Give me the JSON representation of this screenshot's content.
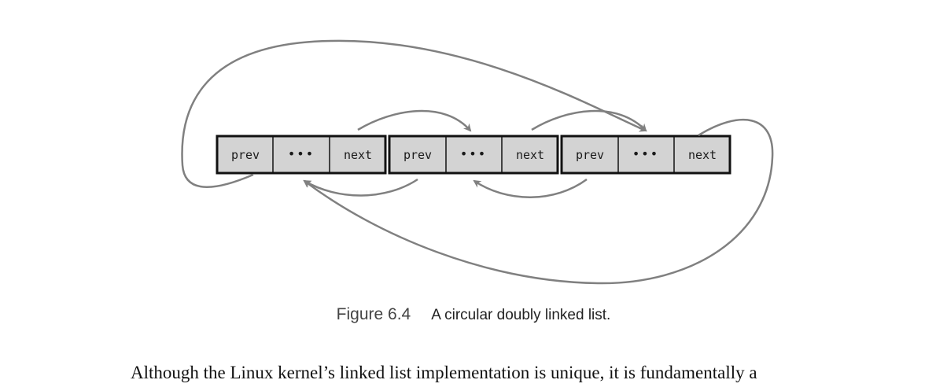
{
  "figure": {
    "nodes": [
      {
        "fields": [
          "prev",
          "•••",
          "next"
        ]
      },
      {
        "fields": [
          "prev",
          "•••",
          "next"
        ]
      },
      {
        "fields": [
          "prev",
          "•••",
          "next"
        ]
      }
    ]
  },
  "caption": {
    "number": "Figure 6.4",
    "text": "A circular doubly linked list."
  },
  "body": {
    "paragraph": "Although the Linux kernel’s linked list implementation is unique, it is fundamentally a"
  },
  "colors": {
    "cell_fill": "#d3d3d3",
    "border": "#111111",
    "arrow": "#808080"
  }
}
